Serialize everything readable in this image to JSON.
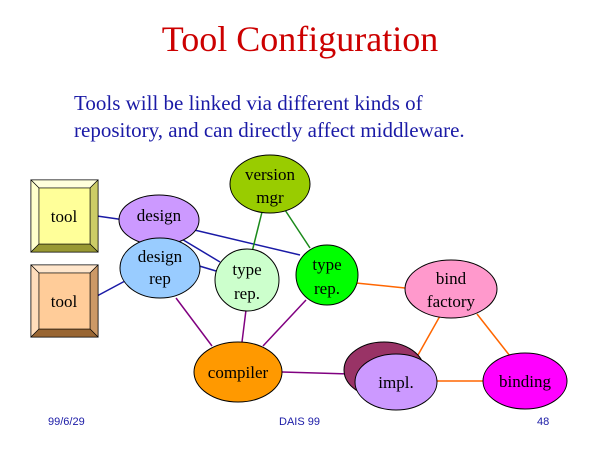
{
  "slide": {
    "title": "Tool Configuration",
    "subtitle_line1": "Tools will be linked via different kinds of",
    "subtitle_line2": "repository, and can directly affect middleware."
  },
  "nodes": {
    "tool1": "tool",
    "tool2": "tool",
    "design": "design",
    "design_rep_1": "design",
    "design_rep_2": "rep",
    "version_1": "version",
    "version_2": "mgr",
    "type_rep_left_1": "type",
    "type_rep_left_2": "rep.",
    "type_rep_right_1": "type",
    "type_rep_right_2": "rep.",
    "bind_factory_1": "bind",
    "bind_factory_2": "factory",
    "compiler": "compiler",
    "impl": "impl.",
    "binding": "binding"
  },
  "colors": {
    "title": "#cc0000",
    "text": "#1a1aa6",
    "tool1": "#ffff99",
    "tool2": "#ffcc99",
    "design": "#cc99ff",
    "design_rep": "#99ccff",
    "version_mgr": "#99cc00",
    "type_rep_left": "#ccffcc",
    "type_rep_right": "#00ff00",
    "bind_factory": "#ff99cc",
    "compiler": "#ff9900",
    "impl_back": "#993366",
    "impl_front": "#cc99ff",
    "binding": "#ff00ff"
  },
  "footer": {
    "date": "99/6/29",
    "event": "DAIS 99",
    "page": "48"
  }
}
